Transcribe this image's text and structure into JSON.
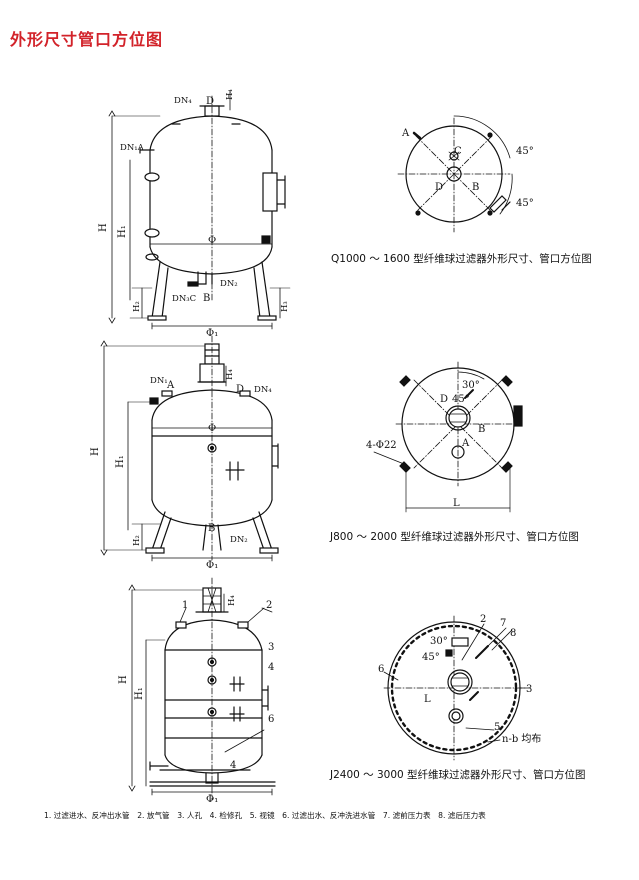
{
  "title": "外形尺寸管口方位图",
  "captions": {
    "q": "Q1000 ～ 1600 型纤维球过滤器外形尺寸、管口方位图",
    "j800": "J800 ～ 2000 型纤维球过滤器外形尺寸、管口方位图",
    "j2400": "J2400 ～ 3000 型纤维球过滤器外形尺寸、管口方位图"
  },
  "legend": "1. 过滤进水、反冲出水管　2. 放气管　3. 人孔　4. 检修孔　5. 视镜　6. 过滤出水、反冲洗进水管　7. 滤前压力表　8. 滤后压力表",
  "labels": {
    "dn4": "DN₄",
    "d": "D",
    "h4": "H₄",
    "dn1a": "DN₁A",
    "h": "H",
    "h1": "H₁",
    "phi": "Φ",
    "dn2": "DN₂",
    "dn3c": "DN₃C",
    "b": "B",
    "h2": "H₂",
    "h3": "H₃",
    "phi1": "Φ₁",
    "a": "A",
    "c": "C",
    "deg45": "45°",
    "dn1": "DN₁",
    "n4phi22": "4-Φ22",
    "l": "L",
    "deg30": "30°",
    "deg45b": "45°",
    "n1": "1",
    "n2": "2",
    "n3": "3",
    "n4": "4",
    "n5": "5",
    "n6": "6",
    "n7": "7",
    "n8": "8",
    "nb": "n-b 均布"
  }
}
